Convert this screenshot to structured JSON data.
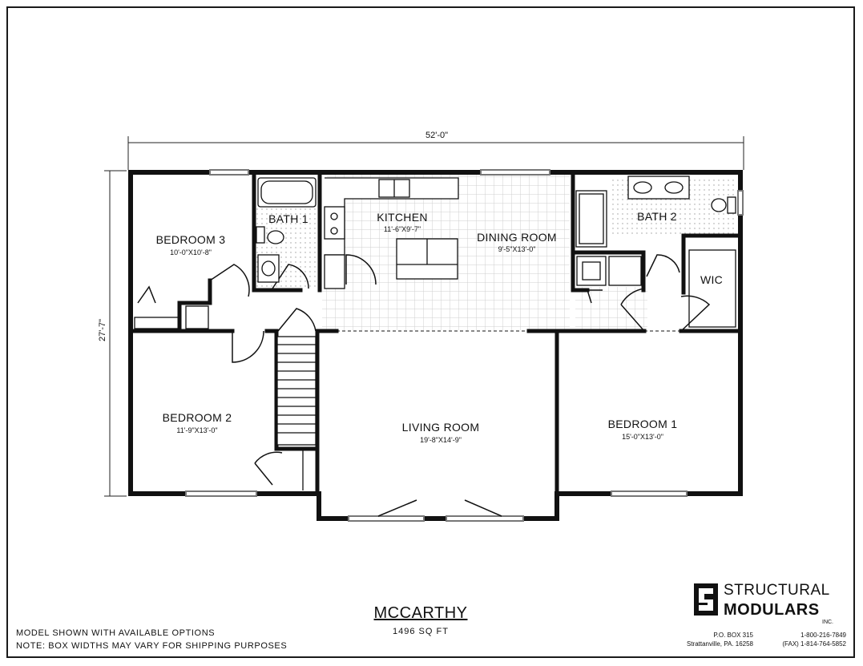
{
  "plan": {
    "name": "MCCARTHY",
    "area": "1496 SQ FT",
    "overall_width": "52'-0\"",
    "overall_depth": "27'-7\""
  },
  "rooms": {
    "bedroom3": {
      "name": "BEDROOM 3",
      "size": "10'-0\"X10'-8\""
    },
    "bath1": {
      "name": "BATH 1"
    },
    "kitchen": {
      "name": "KITCHEN",
      "size": "11'-6\"X9'-7\""
    },
    "dining": {
      "name": "DINING ROOM",
      "size": "9'-5\"X13'-0\""
    },
    "bath2": {
      "name": "BATH 2"
    },
    "wic": {
      "name": "WIC"
    },
    "bedroom2": {
      "name": "BEDROOM 2",
      "size": "11'-9\"X13'-0\""
    },
    "living": {
      "name": "LIVING ROOM",
      "size": "19'-8\"X14'-9\""
    },
    "bedroom1": {
      "name": "BEDROOM 1",
      "size": "15'-0\"X13'-0\""
    }
  },
  "notes": {
    "line1": "MODEL SHOWN WITH AVAILABLE OPTIONS",
    "line2": "NOTE:  BOX WIDTHS MAY VARY FOR SHIPPING PURPOSES"
  },
  "company": {
    "name_line1": "STRUCTURAL",
    "name_line2": "MODULARS",
    "suffix": "INC.",
    "po_box": "P.O. BOX 315",
    "city": "Strattanville, PA.  16258",
    "phone": "1-800-216-7849",
    "fax": "(FAX) 1-814-764-5852"
  },
  "colors": {
    "line": "#111111",
    "grid": "#c9c9c9",
    "window": "#888888"
  }
}
